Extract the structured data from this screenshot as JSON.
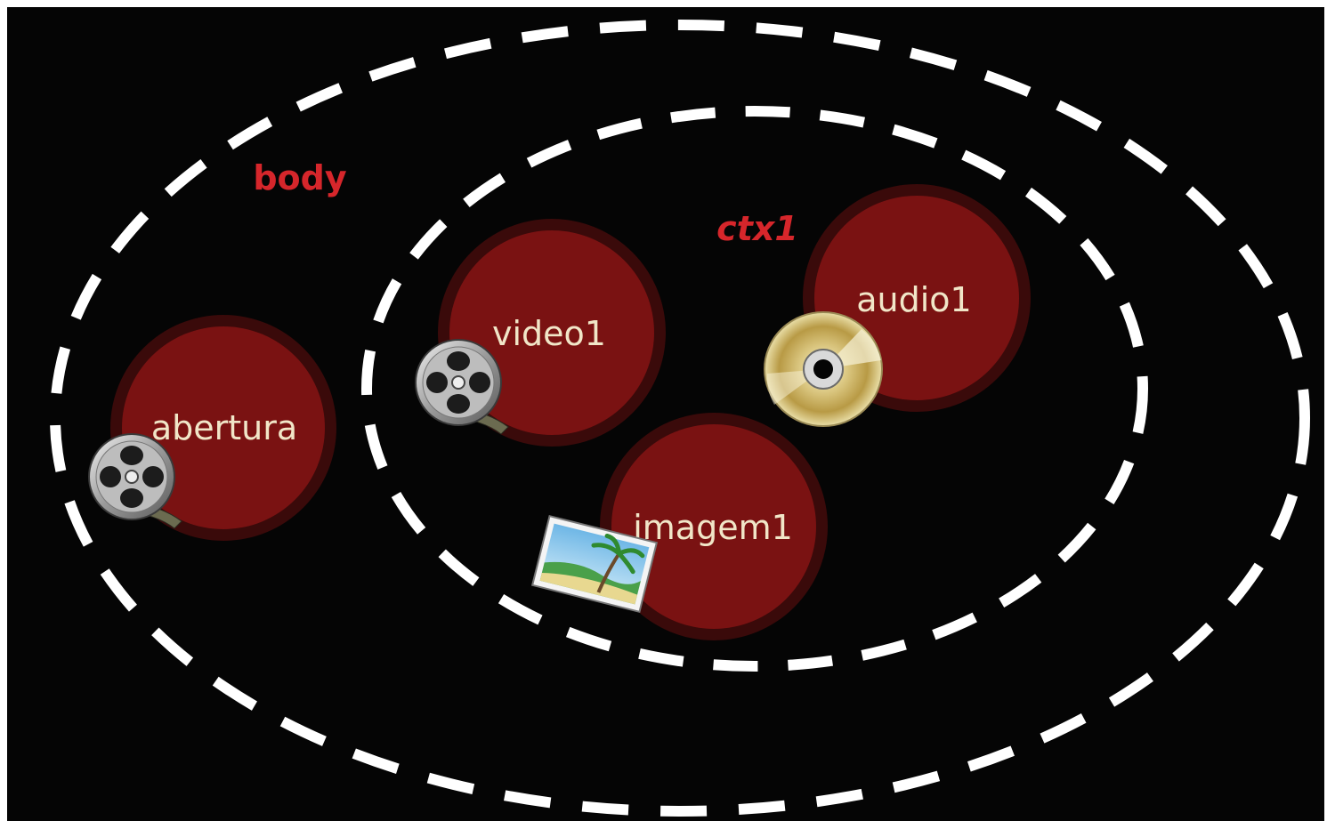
{
  "contexts": {
    "outer": {
      "label": "body"
    },
    "inner": {
      "label": "ctx1"
    }
  },
  "nodes": [
    {
      "id": "abertura",
      "label": "abertura",
      "media": "film-reel-icon"
    },
    {
      "id": "video1",
      "label": "video1",
      "media": "film-reel-icon"
    },
    {
      "id": "audio1",
      "label": "audio1",
      "media": "cd-disc-icon"
    },
    {
      "id": "imagem1",
      "label": "imagem1",
      "media": "picture-icon"
    }
  ],
  "colors": {
    "background": "#050505",
    "context_border": "#ffffff",
    "context_label": "#d6262b",
    "node_fill": "#7a1212",
    "node_ring": "#3a0a0a",
    "node_label": "#f1e6c8"
  }
}
